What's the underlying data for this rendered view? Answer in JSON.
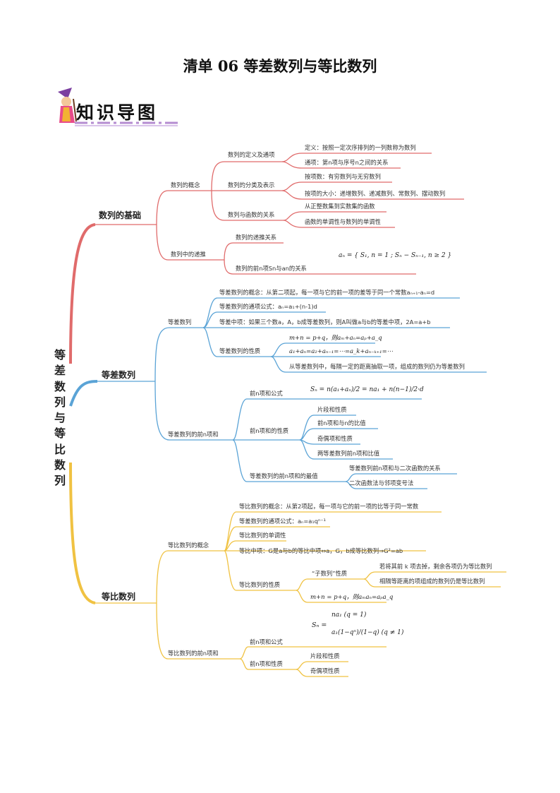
{
  "title": "清单 06  等差数列与等比数列",
  "badge": "知识导图",
  "root": "等差数列与等比数列",
  "colors": {
    "red": "#e06b6b",
    "blue": "#5aa3d6",
    "yellow": "#f0c242",
    "badge": "#b58cd0"
  },
  "b1": {
    "title": "数列的基础",
    "concept": "数列的概念",
    "def_general": "数列的定义及通项",
    "def": "定义：按照一定次序排列的一列数称为数列",
    "general_term": "通项：第n项与序号n之间的关系",
    "class_repr": "数列的分类及表示",
    "by_count": "按项数：有穷数列与无穷数列",
    "by_size": "按项的大小：递增数列、递减数列、常数列、摆动数列",
    "func_rel": "数列与函数的关系",
    "positive_int": "从正整数集到实数集的函数",
    "monotone": "函数的单调性与数列的单调性",
    "recursion": "数列中的递推",
    "recur_rel": "数列的递推关系",
    "sn_an": "数列的前n项Sn与an的关系",
    "formula": "aₙ = { S₁, n = 1 ; Sₙ − Sₙ₋₁, n ≥ 2 }"
  },
  "b2": {
    "title": "等差数列",
    "arith": "等差数列",
    "concept": "等差数列的概念：从第二项起，每一项与它的前一项的差等于同一个常数aₙ₊₁-aₙ=d",
    "general": "等差数列的通项公式：aₙ=a₁+(n-1)d",
    "mid": "等差中项：如果三个数a，A，b成等差数列，则A叫做a与b的等差中项，2A=a+b",
    "props": "等差数列的性质",
    "p1": "m+n = p+q，则aₘ+aₙ=aₚ+a_q",
    "p2": "a₁+aₙ=a₂+aₙ₋₁=⋯=a_k+aₙ₋ₖ₊₁=⋯",
    "p3": "从等差数列中，每隔一定的距离抽取一项，组成的数列仍为等差数列",
    "sum": "等差数列的前n项和",
    "sum_formula_label": "前n项和公式",
    "sum_formula": "Sₙ = n(a₁+aₙ)/2 = na₁ + n(n−1)/2·d",
    "sum_props": "前n项和的性质",
    "sp1": "片段和性质",
    "sp2": "前n项和与n的比值",
    "sp3": "奇偶项和性质",
    "sp4": "两等差数列前n项和比值",
    "extreme": "等差数列的前n项和的最值",
    "e1": "等差数列前n项和与二次函数的关系",
    "e2": "二次函数法与邻项变号法"
  },
  "b3": {
    "title": "等比数列",
    "concept_node": "等比数列的概念",
    "concept": "等比数列的概念：从第2项起，每一项与它的前一项的比等于同一常数",
    "general": "等差数列的通项公式：aₙ=a₁qⁿ⁻¹",
    "mono": "等比数列的单调性",
    "mid": "等比中项：G是a与b的等比中项⇔a，G，b成等比数列⇒G²=ab",
    "props": "等比数列的性质",
    "subseq": "“子数列”性质",
    "s1": "若将其前 k 项去掉，剩余各项仍为等比数列",
    "s2": "相隔等距离的项组成的数列仍是等比数列",
    "p1": "m+n = p+q，则aₘaₙ=aₚa_q",
    "sum": "等比数列的前n项和",
    "sum_formula_label": "前n项和公式",
    "sum_formula_1": "na₁ (q = 1)",
    "sum_formula_2": "a₁(1−qⁿ)/(1−q) (q ≠ 1)",
    "sum_formula_s": "Sₙ =",
    "sum_props": "前n项和性质",
    "sp1": "片段和性质",
    "sp2": "奇偶项性质"
  }
}
